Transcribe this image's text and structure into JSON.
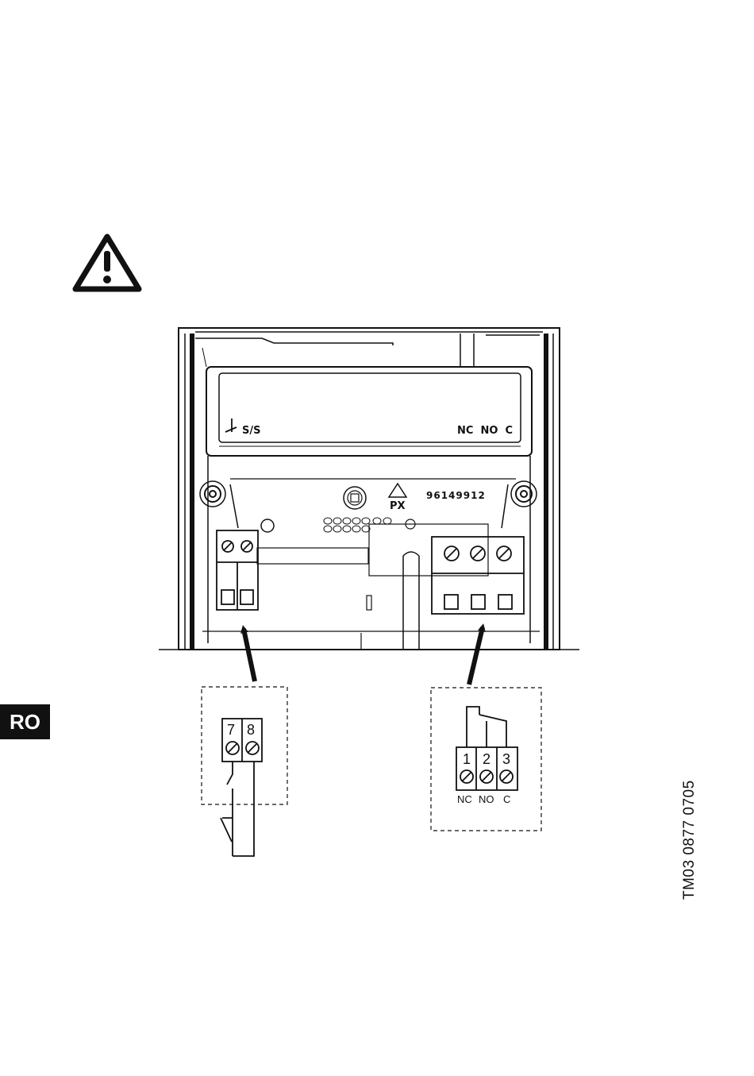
{
  "language_tab": "RO",
  "figure_code": "TM03 0877 0705",
  "module": {
    "start_stop_label": "S/S",
    "relay_label": "NC  NO  C",
    "part_number": "96149912",
    "material_mark": "PX"
  },
  "start_stop_inset": {
    "terminals": [
      "7",
      "8"
    ]
  },
  "relay_inset": {
    "terminals": [
      "1",
      "2",
      "3"
    ],
    "contacts": [
      "NC",
      "NO",
      "C"
    ]
  },
  "icons": [
    "warning-icon",
    "ground-icon",
    "recycle-icon",
    "screw-icon"
  ]
}
